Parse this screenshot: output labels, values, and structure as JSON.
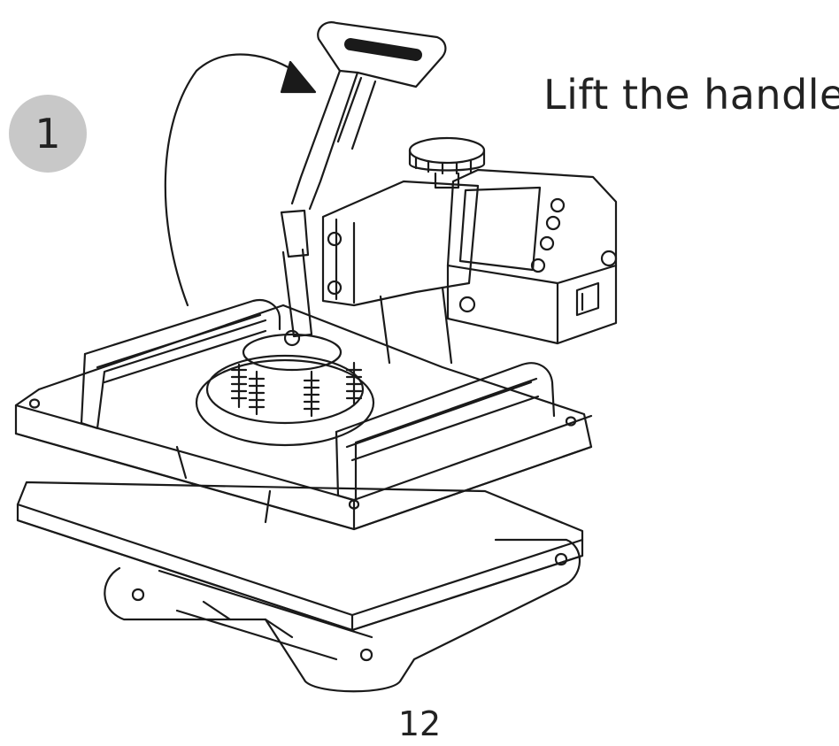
{
  "step": {
    "number": "1",
    "instruction": "Lift the handle"
  },
  "page": {
    "number": "12"
  },
  "illustration": {
    "subject": "heat-press-machine",
    "arrow_icon": "curved-arrow-up-icon"
  },
  "colors": {
    "badge": "#c8c8c8",
    "text": "#222222",
    "line": "#1a1a1a"
  }
}
